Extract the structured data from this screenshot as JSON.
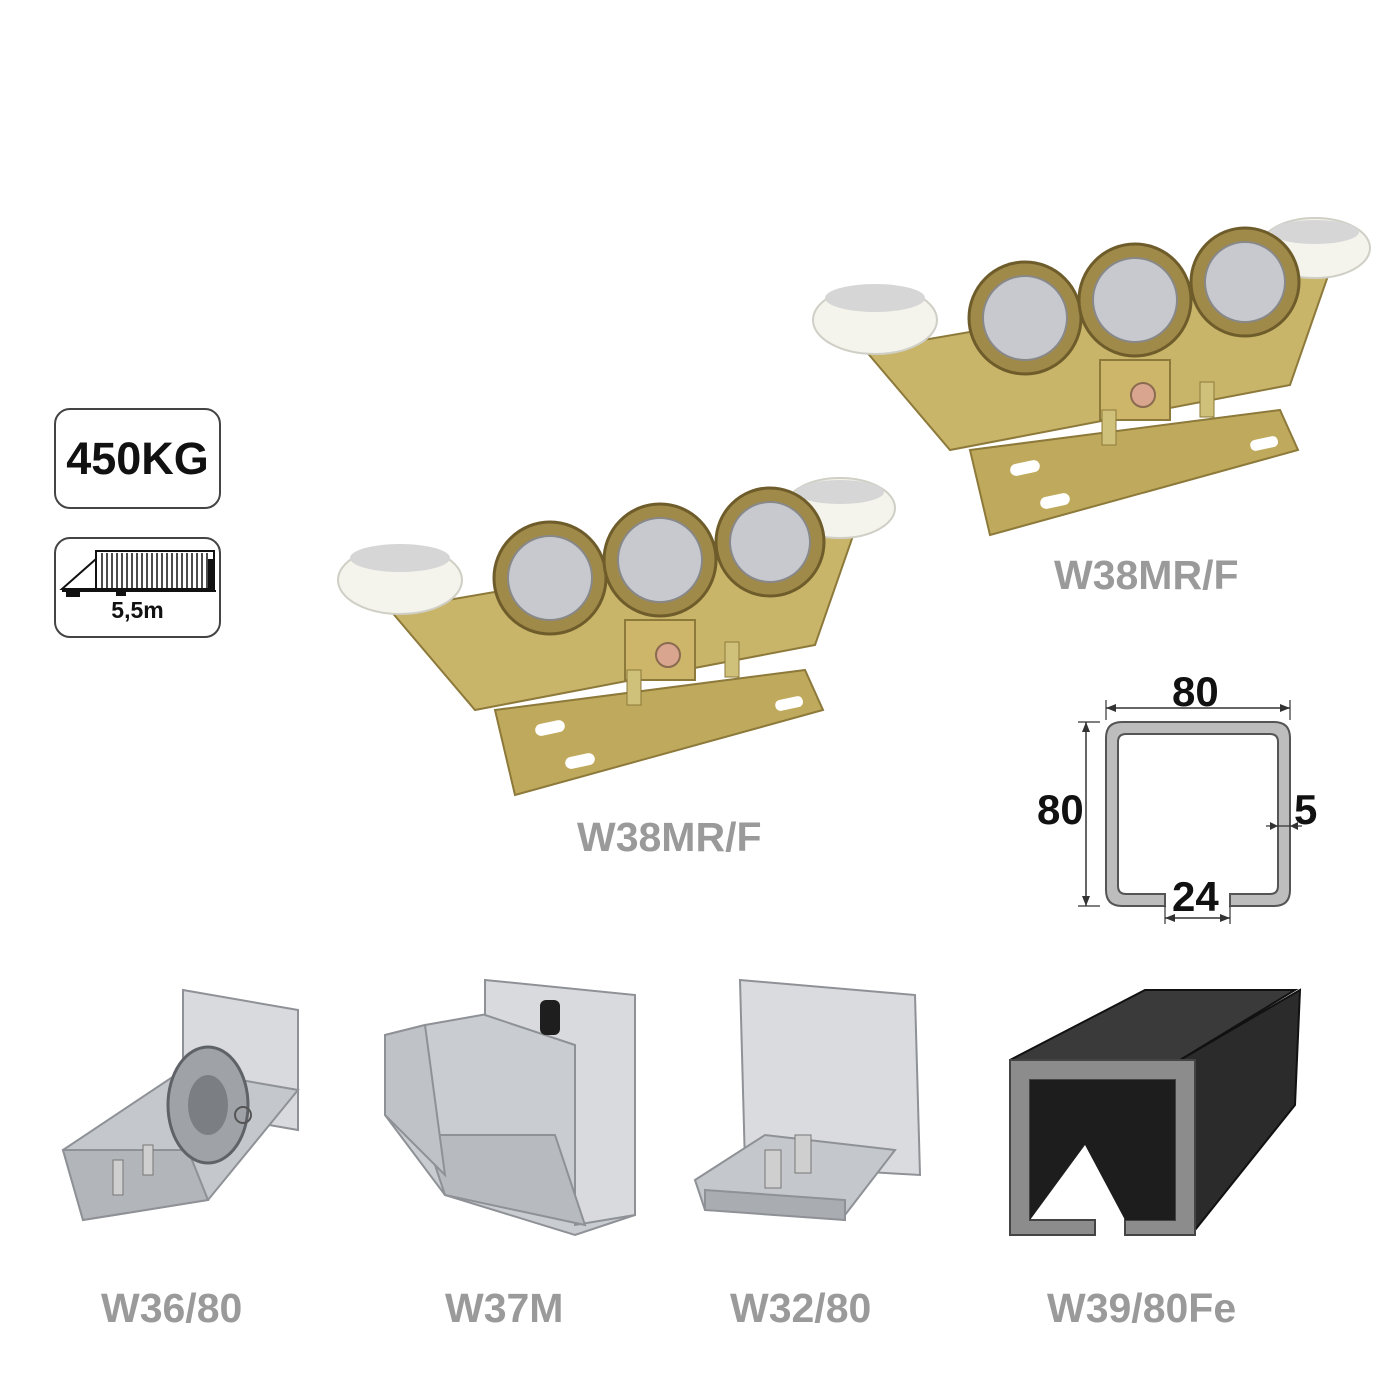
{
  "badges": {
    "weight": "450KG",
    "gate_length": "5,5m"
  },
  "products": {
    "carriage_1": "W38MR/F",
    "carriage_2": "W38MR/F",
    "end_roller": "W36/80",
    "end_catcher": "W37M",
    "guide_roller": "W32/80",
    "rail": "W39/80Fe"
  },
  "profile_dimensions": {
    "width": "80",
    "height": "80",
    "wall": "5",
    "opening": "24"
  },
  "icons": {
    "gate": "sliding-gate-icon",
    "carriage": "carriage-roller-icon",
    "profile": "steel-profile-icon"
  },
  "colors": {
    "caption_gray": "#9a9a9a",
    "zinc_yellow": "#c9b56a",
    "steel_gray": "#b9bcc0",
    "rail_black": "#2b2b2b",
    "nylon_white": "#f4f3ec"
  }
}
